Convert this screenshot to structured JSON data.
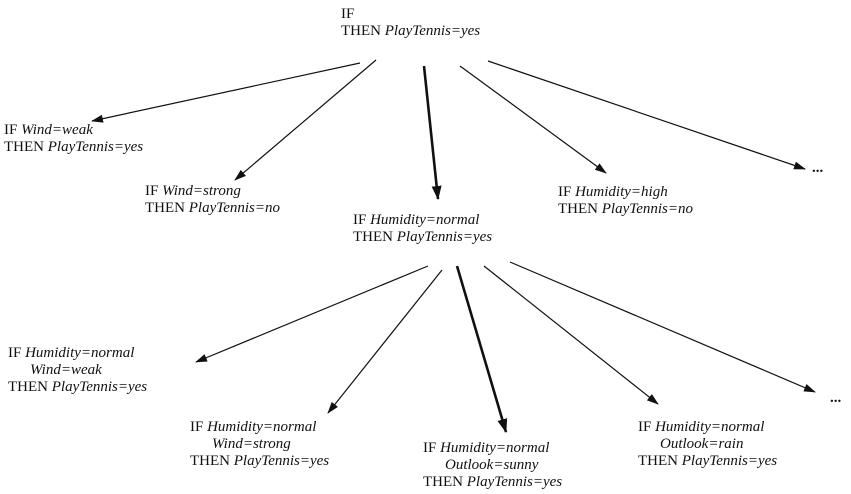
{
  "nodes": {
    "root": {
      "if": "IF",
      "then": "THEN",
      "conds": [],
      "conclusion": "PlayTennis=yes"
    },
    "wind_weak": {
      "if": "IF",
      "then": "THEN",
      "conds": [
        "Wind=weak"
      ],
      "conclusion": "PlayTennis=yes"
    },
    "wind_strong": {
      "if": "IF",
      "then": "THEN",
      "conds": [
        "Wind=strong"
      ],
      "conclusion": "PlayTennis=no"
    },
    "humidity_normal": {
      "if": "IF",
      "then": "THEN",
      "conds": [
        "Humidity=normal"
      ],
      "conclusion": "PlayTennis=yes"
    },
    "humidity_high": {
      "if": "IF",
      "then": "THEN",
      "conds": [
        "Humidity=high"
      ],
      "conclusion": "PlayTennis=no"
    },
    "hn_wind_weak": {
      "if": "IF",
      "then": "THEN",
      "conds": [
        "Humidity=normal",
        "Wind=weak"
      ],
      "conclusion": "PlayTennis=yes"
    },
    "hn_wind_strong": {
      "if": "IF",
      "then": "THEN",
      "conds": [
        "Humidity=normal",
        "Wind=strong"
      ],
      "conclusion": "PlayTennis=yes"
    },
    "hn_outlook_sunny": {
      "if": "IF",
      "then": "THEN",
      "conds": [
        "Humidity=normal",
        "Outlook=sunny"
      ],
      "conclusion": "PlayTennis=yes"
    },
    "hn_outlook_rain": {
      "if": "IF",
      "then": "THEN",
      "conds": [
        "Humidity=normal",
        "Outlook=rain"
      ],
      "conclusion": "PlayTennis=yes"
    }
  },
  "ellipsis": "..."
}
